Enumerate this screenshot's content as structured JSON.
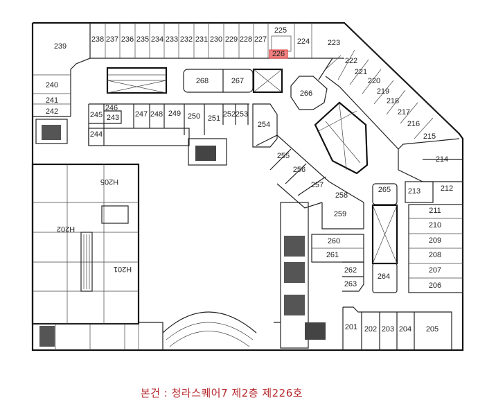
{
  "caption": "본건 : 청라스퀘어7 제2층 제226호",
  "highlight_color": "#f08080",
  "caption_color": "#b5262b",
  "highlighted_unit": "226",
  "units": [
    {
      "label": "201"
    },
    {
      "label": "202"
    },
    {
      "label": "203"
    },
    {
      "label": "204"
    },
    {
      "label": "205"
    },
    {
      "label": "206"
    },
    {
      "label": "207"
    },
    {
      "label": "208"
    },
    {
      "label": "209"
    },
    {
      "label": "210"
    },
    {
      "label": "211"
    },
    {
      "label": "212"
    },
    {
      "label": "213"
    },
    {
      "label": "214"
    },
    {
      "label": "215"
    },
    {
      "label": "216"
    },
    {
      "label": "217"
    },
    {
      "label": "218"
    },
    {
      "label": "219"
    },
    {
      "label": "220"
    },
    {
      "label": "221"
    },
    {
      "label": "222"
    },
    {
      "label": "223"
    },
    {
      "label": "224"
    },
    {
      "label": "225"
    },
    {
      "label": "226"
    },
    {
      "label": "227"
    },
    {
      "label": "228"
    },
    {
      "label": "229"
    },
    {
      "label": "230"
    },
    {
      "label": "231"
    },
    {
      "label": "232"
    },
    {
      "label": "233"
    },
    {
      "label": "234"
    },
    {
      "label": "235"
    },
    {
      "label": "236"
    },
    {
      "label": "237"
    },
    {
      "label": "238"
    },
    {
      "label": "239"
    },
    {
      "label": "240"
    },
    {
      "label": "241"
    },
    {
      "label": "242"
    },
    {
      "label": "243"
    },
    {
      "label": "244"
    },
    {
      "label": "245"
    },
    {
      "label": "246"
    },
    {
      "label": "247"
    },
    {
      "label": "248"
    },
    {
      "label": "249"
    },
    {
      "label": "250"
    },
    {
      "label": "251"
    },
    {
      "label": "252"
    },
    {
      "label": "253"
    },
    {
      "label": "254"
    },
    {
      "label": "255"
    },
    {
      "label": "256"
    },
    {
      "label": "257"
    },
    {
      "label": "258"
    },
    {
      "label": "259"
    },
    {
      "label": "260"
    },
    {
      "label": "261"
    },
    {
      "label": "262"
    },
    {
      "label": "263"
    },
    {
      "label": "264"
    },
    {
      "label": "265"
    },
    {
      "label": "266"
    },
    {
      "label": "267"
    },
    {
      "label": "268"
    },
    {
      "label": "H201"
    },
    {
      "label": "H202"
    },
    {
      "label": "H205"
    }
  ]
}
